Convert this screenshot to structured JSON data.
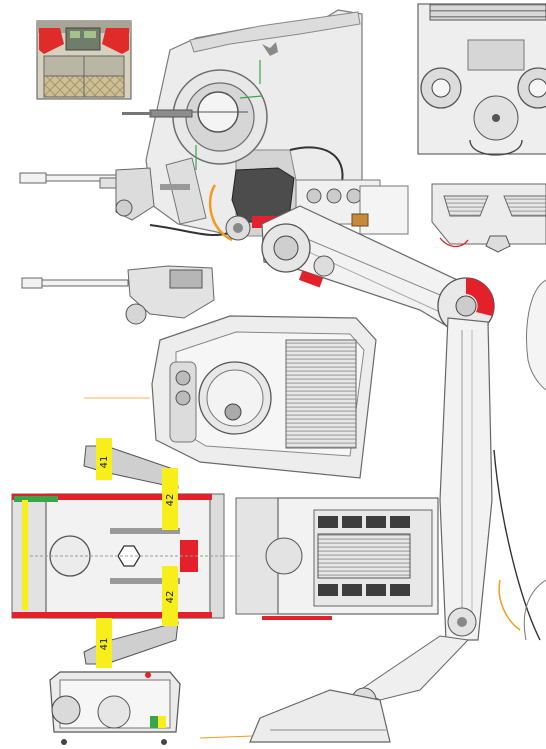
{
  "colors": {
    "paper": "#ffffff",
    "panel_light": "#efefef",
    "panel_mid": "#cfcfcf",
    "line": "#7d7d7d",
    "dark": "#3d3d3d",
    "accent_red": "#e4202a",
    "accent_yellow": "#f7ee1c",
    "accent_orange": "#f39a1d",
    "accent_green": "#3aa64a",
    "floor_tan": "#c9ba8e"
  },
  "part_labels": {
    "upper_left": "41",
    "upper_right": "42",
    "lower_right": "42",
    "lower_left": "41"
  }
}
